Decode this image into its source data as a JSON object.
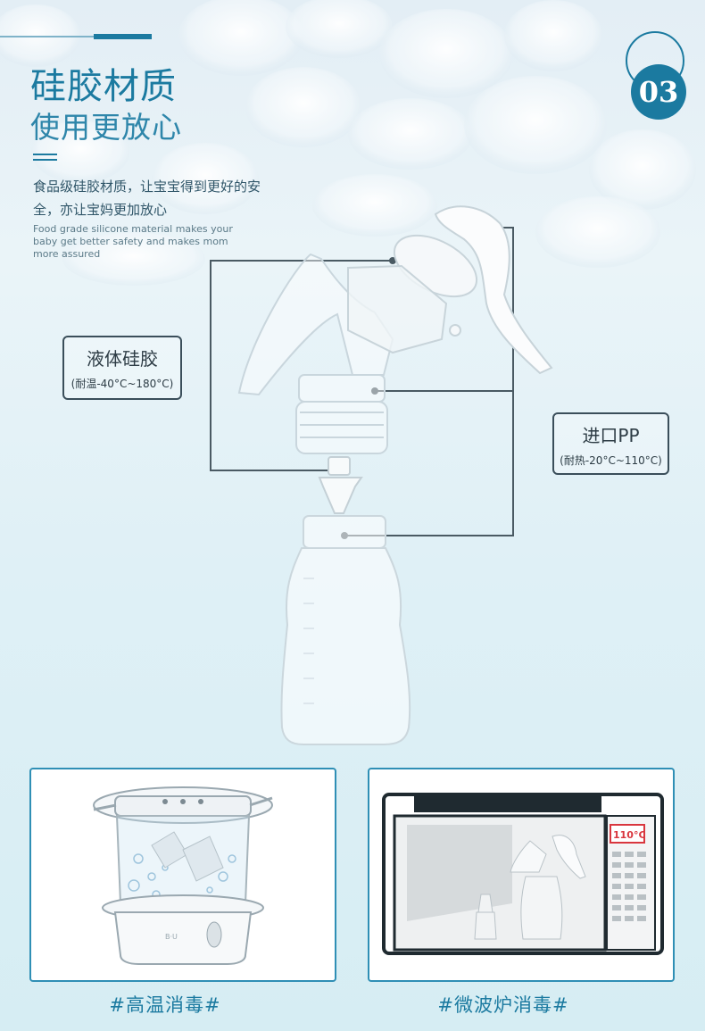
{
  "badge": {
    "number": "03"
  },
  "header": {
    "title_line1": "硅胶材质",
    "title_line2": "使用更放心"
  },
  "description": {
    "cn": "食品级硅胶材质，让宝宝得到更好的安全，亦让宝妈更加放心",
    "en": "Food grade silicone material makes your baby get better safety and makes mom more assured"
  },
  "labels": {
    "silicone": {
      "name": "液体硅胶",
      "range": "(耐温-40°C~180°C)"
    },
    "pp": {
      "name": "进口PP",
      "range": "(耐热-20°C~110°C)"
    }
  },
  "scenes": {
    "steam": {
      "caption": "#高温消毒#",
      "icon": "steam-sterilizer-icon"
    },
    "microwave": {
      "caption": "#微波炉消毒#",
      "display": "110°C",
      "icon": "microwave-icon"
    }
  },
  "colors": {
    "accent": "#1b7aa0",
    "border": "#2f8fb5",
    "line": "#3a4e5a",
    "display_red": "#d9363e"
  }
}
